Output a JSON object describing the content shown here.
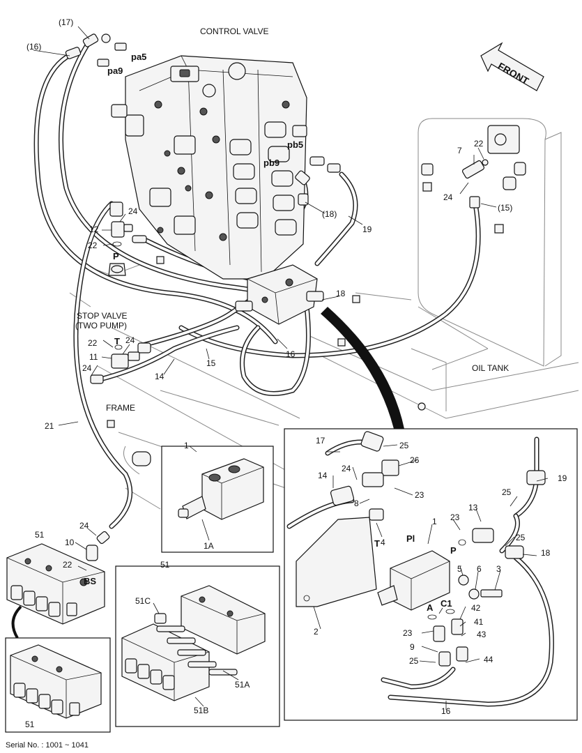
{
  "titles": {
    "control_valve": "CONTROL VALVE",
    "front": "FRONT",
    "stop_valve_line1": "STOP VALVE",
    "stop_valve_line2": "(TWO PUMP)",
    "frame": "FRAME",
    "oil_tank": "OIL TANK"
  },
  "serial": "Serial No. : 1001 ~ 1041",
  "ports": {
    "pa5": "pa5",
    "pa9": "pa9",
    "pb5": "pb5",
    "pb9": "pb9",
    "P_upper": "P",
    "T_stop": "T",
    "BS": "BS",
    "T_detail": "T",
    "Pl_detail": "Pl",
    "P_detail": "P",
    "A_detail": "A",
    "C1_detail": "C1"
  },
  "callouts": {
    "c17_main": "(17)",
    "c16_main": "(16)",
    "c7": "7",
    "c22_tank": "22",
    "c24_tank": "24",
    "c15_main": "(15)",
    "c18_main": "(18)",
    "c19_main": "19",
    "c18_mid": "18",
    "c24_upper": "24",
    "c12": "12",
    "c22_upper": "22",
    "c22_stop": "22",
    "c24_stop_a": "24",
    "c11": "11",
    "c24_stop_b": "24",
    "c14_main": "14",
    "c15_mid": "15",
    "c16_mid": "16",
    "c21": "21",
    "c1_box": "1",
    "c1A": "1A",
    "c24_lower": "24",
    "c10": "10",
    "c22_lower": "22",
    "c51_left": "51",
    "c51_box": "51",
    "c51C": "51C",
    "c51A": "51A",
    "c51B": "51B",
    "c51_inset": "51",
    "d17": "17",
    "d25_a": "25",
    "d26": "26",
    "d24": "24",
    "d14": "14",
    "d8": "8",
    "d23_a": "23",
    "d19": "19",
    "d25_b": "25",
    "d13": "13",
    "d23_b": "23",
    "d1": "1",
    "d4": "4",
    "d25_c": "25",
    "d18": "18",
    "d5": "5",
    "d6": "6",
    "d3": "3",
    "d42": "42",
    "d41": "41",
    "d43": "43",
    "d23_c": "23",
    "d9": "9",
    "d25_d": "25",
    "d44": "44",
    "d2": "2",
    "d16": "16"
  }
}
